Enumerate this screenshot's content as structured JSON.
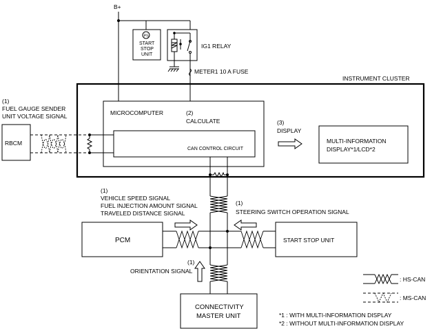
{
  "supply": {
    "bplus": "B+"
  },
  "relay_area": {
    "ps_symbol": "PS",
    "start_stop_lines": [
      "START",
      "STOP",
      "UNIT"
    ],
    "ig1_relay": "IG1 RELAY",
    "fuse": "METER1 10 A FUSE"
  },
  "instrument_cluster": "INSTRUMENT CLUSTER",
  "microcomputer": "MICROCOMPUTER",
  "calc_num": "(2)",
  "calc": "CALCULATE",
  "can_control": "CAN CONTROL CIRCUIT",
  "display_num": "(3)",
  "display": "DISPLAY",
  "mid_lines": [
    "MULTI-INFORMATION",
    "DISPLAY*1/LCD*2"
  ],
  "fuel_num": "(1)",
  "fuel_lines": [
    "FUEL GAUGE SENDER",
    "UNIT VOLTAGE SIGNAL"
  ],
  "rbcm": "RBCM",
  "pcm_signals_num": "(1)",
  "pcm_signals": [
    "VEHICLE SPEED SIGNAL",
    "FUEL INJECTION AMOUNT SIGNAL",
    "TRAVELED DISTANCE SIGNAL"
  ],
  "steering_num": "(1)",
  "steering": "STEERING SWITCH OPERATION SIGNAL",
  "pcm": "PCM",
  "start_stop_unit": "START STOP UNIT",
  "orientation_num": "(1)",
  "orientation": "ORIENTATION SIGNAL",
  "connectivity_lines": [
    "CONNECTIVITY",
    "MASTER UNIT"
  ],
  "legend": {
    "hs": ": HS-CAN",
    "ms": ": MS-CAN"
  },
  "notes": [
    "*1 : WITH MULTI-INFORMATION DISPLAY",
    "*2 : WITHOUT MULTI-INFORMATION DISPLAY"
  ]
}
